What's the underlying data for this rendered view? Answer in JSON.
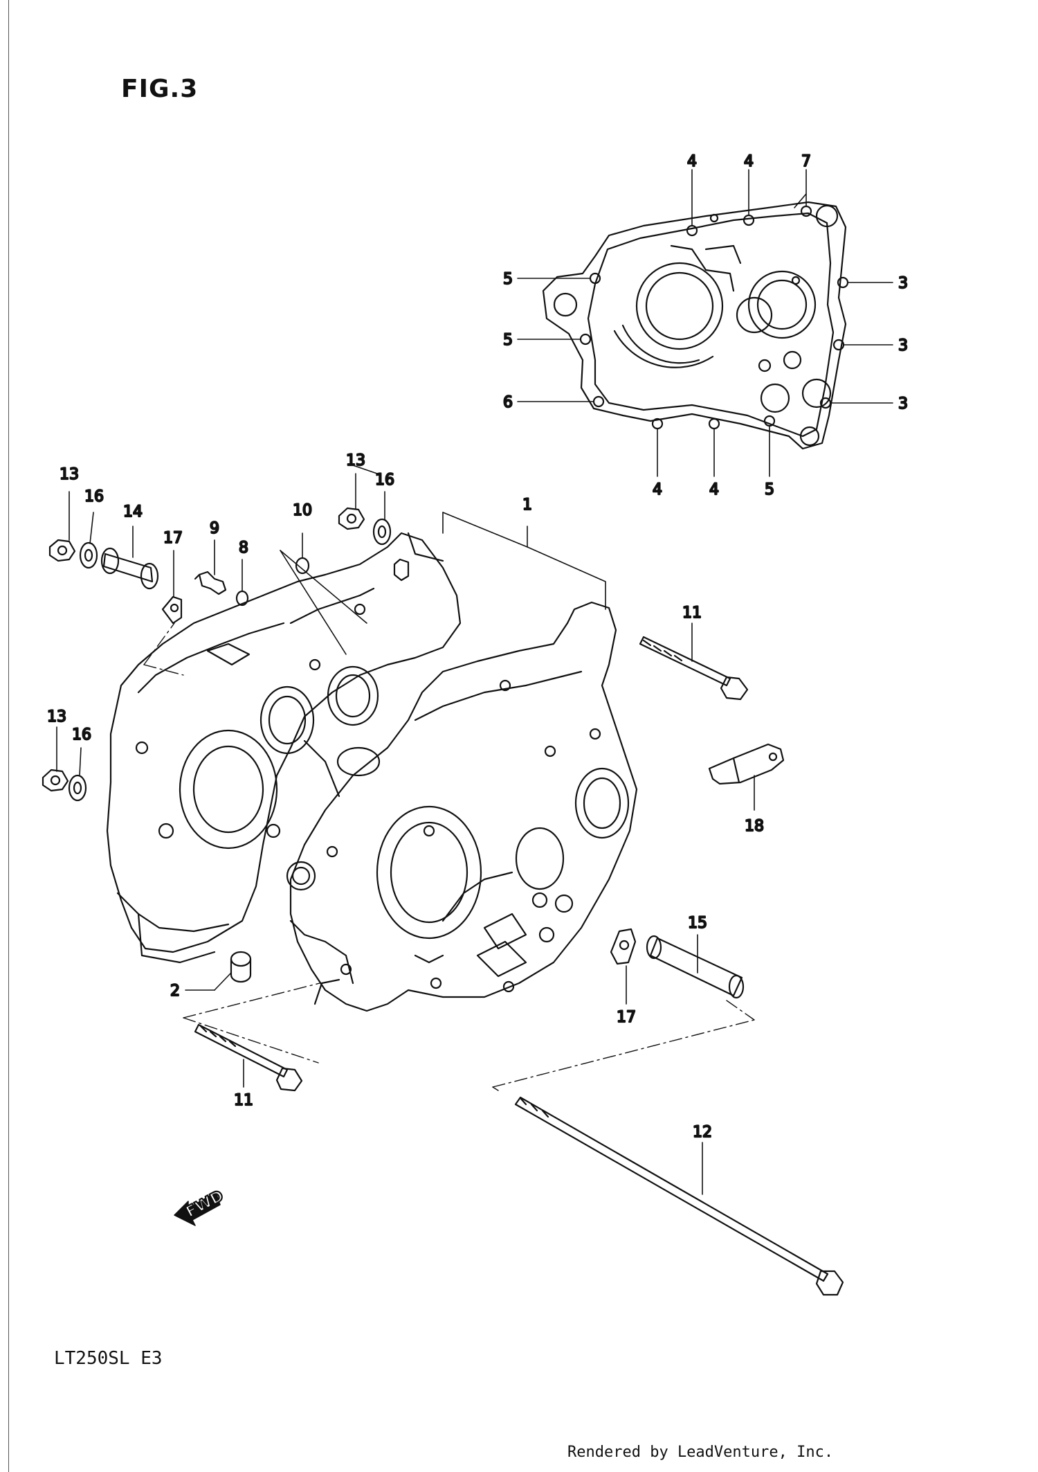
{
  "figure": {
    "title": "FIG.3"
  },
  "model": "LT250SL  E3",
  "credit": "Rendered by LeadVenture, Inc.",
  "fwd_label": "FWD",
  "callouts": {
    "c1": "1",
    "c2": "2",
    "c3a": "3",
    "c3b": "3",
    "c3c": "3",
    "c4a": "4",
    "c4b": "4",
    "c4c": "4",
    "c4d": "4",
    "c5a": "5",
    "c5b": "5",
    "c5c": "5",
    "c6": "6",
    "c7": "7",
    "c8": "8",
    "c9": "9",
    "c10": "10",
    "c11a": "11",
    "c11b": "11",
    "c12": "12",
    "c13a": "13",
    "c13b": "13",
    "c13c": "13",
    "c14": "14",
    "c15": "15",
    "c16a": "16",
    "c16b": "16",
    "c16c": "16",
    "c17a": "17",
    "c17b": "17",
    "c18": "18"
  }
}
